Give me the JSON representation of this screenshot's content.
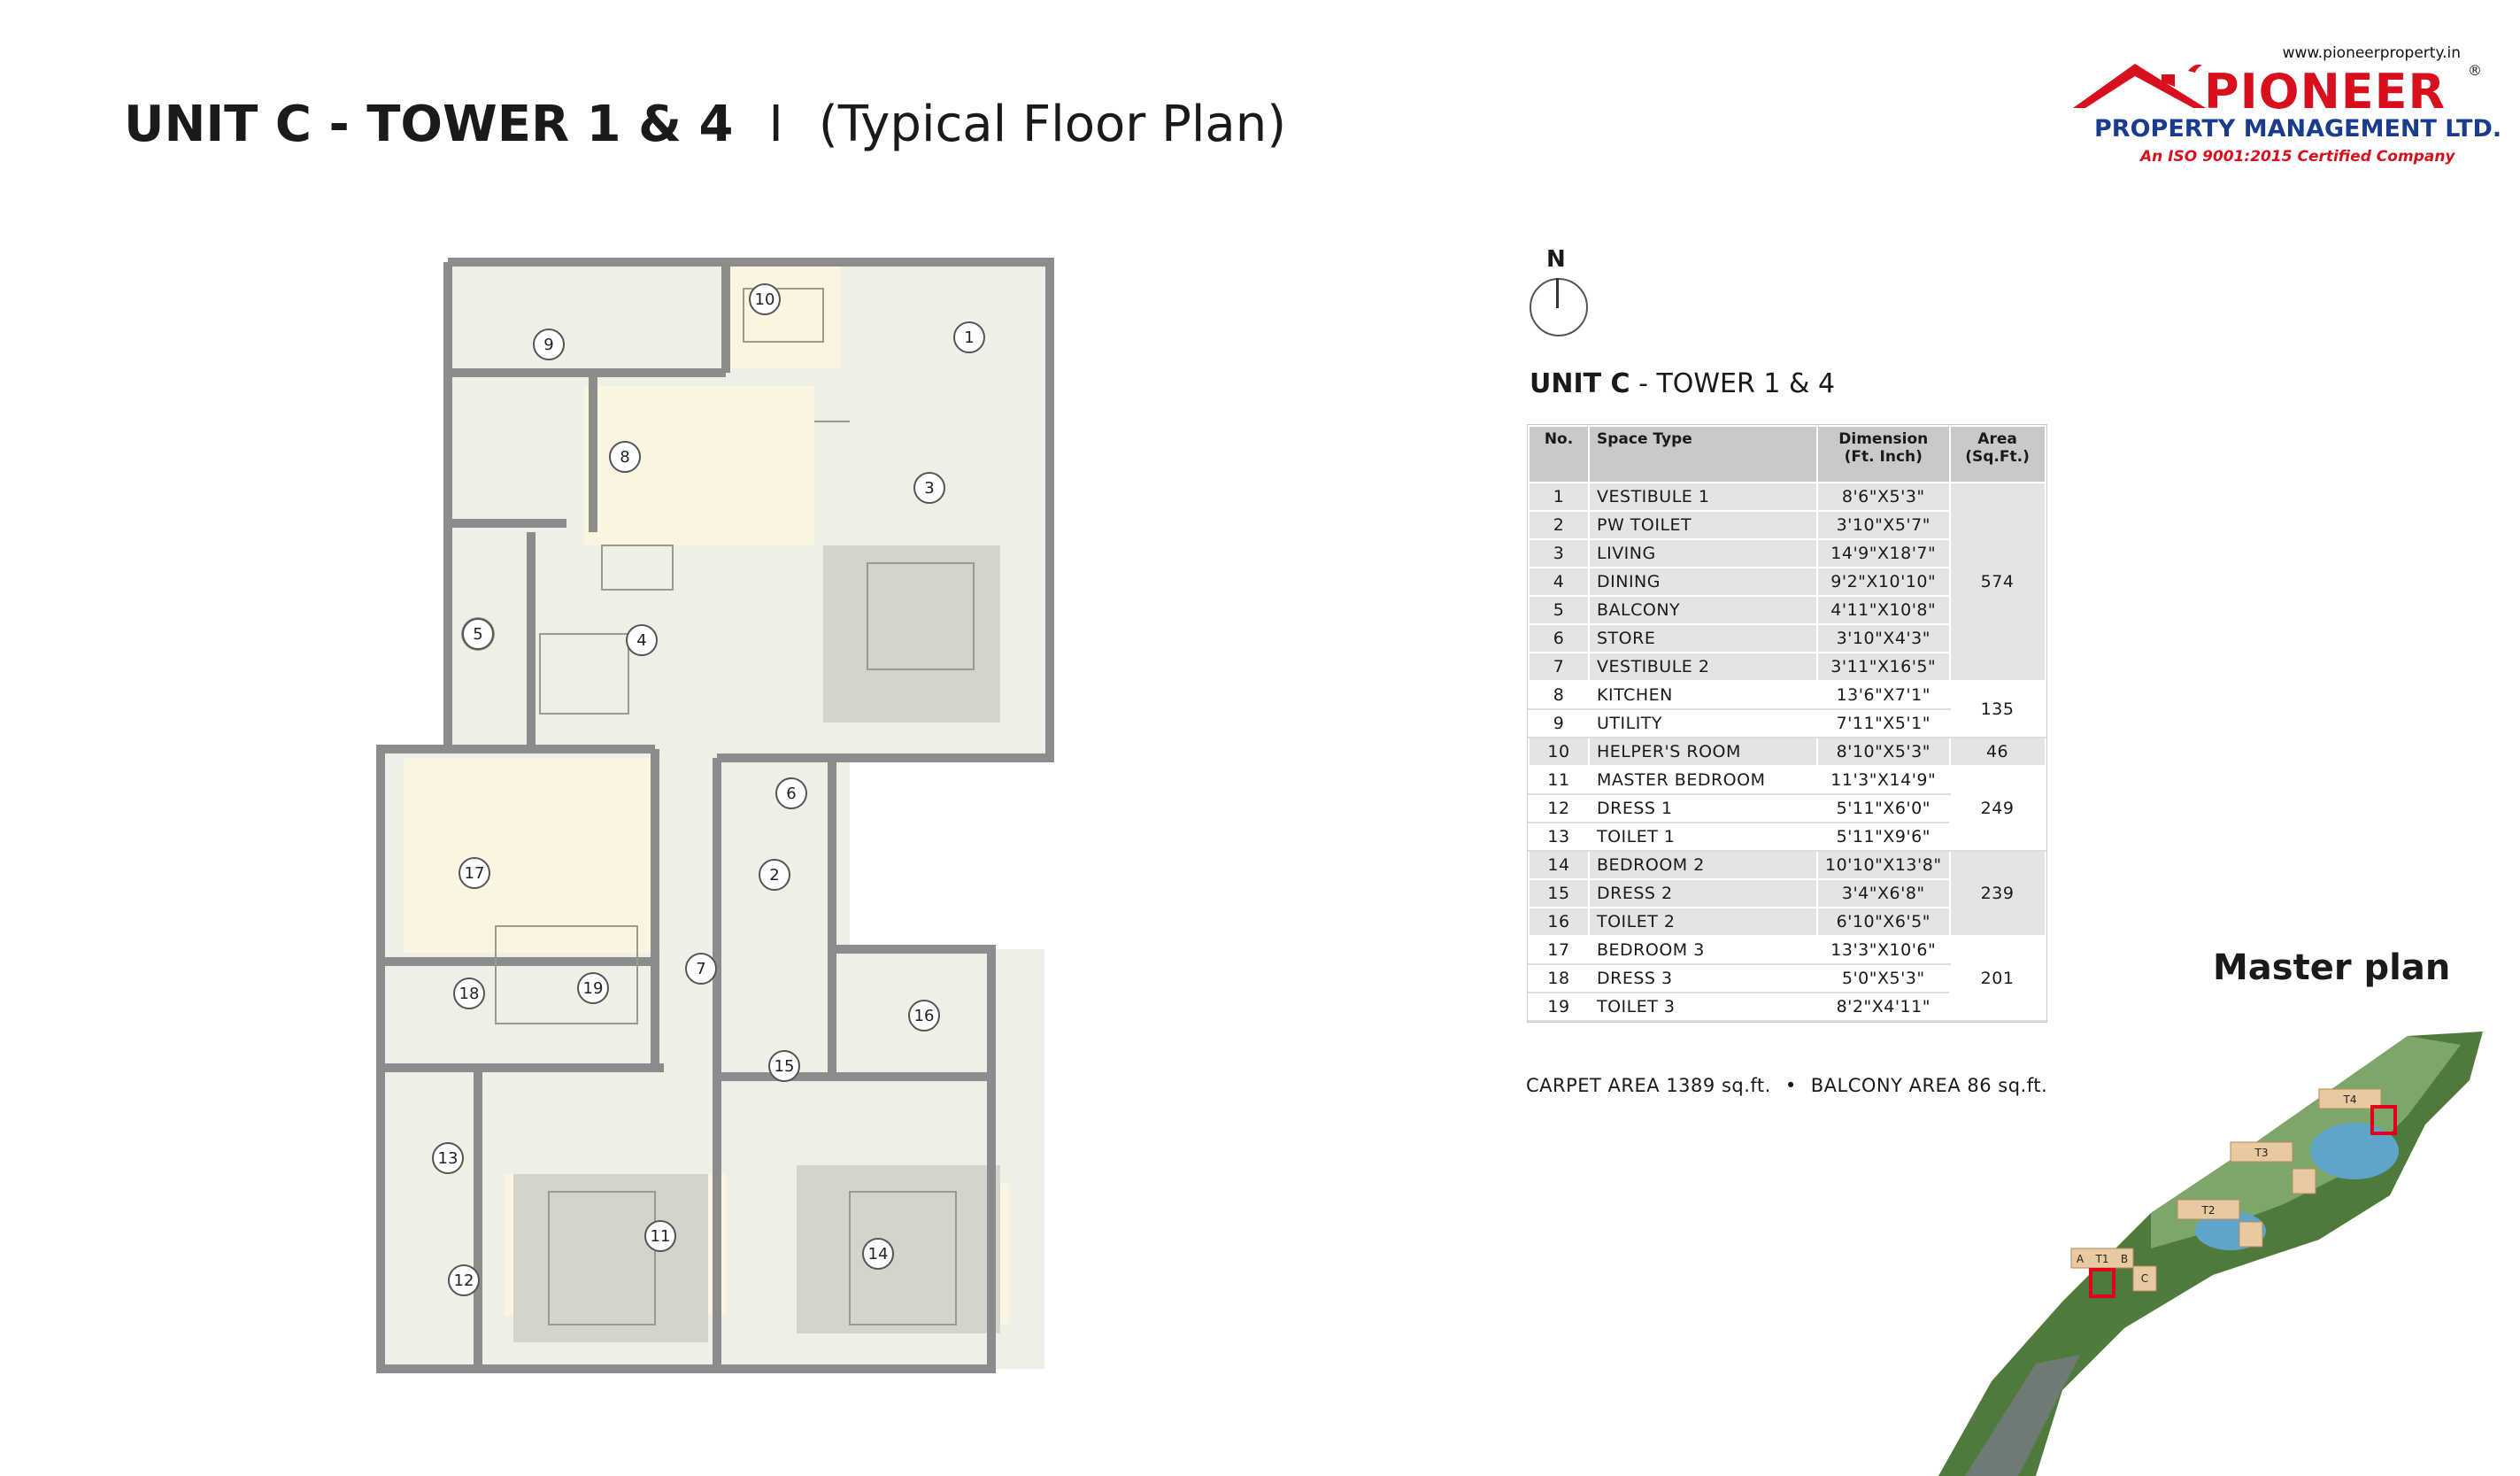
{
  "header": {
    "title_main": "UNIT C - TOWER 1 & 4",
    "title_sep": "I",
    "title_sub": "(Typical Floor Plan)"
  },
  "logo": {
    "url": "www.pioneerproperty.in",
    "name": "PIONEER",
    "reg": "®",
    "company": "PROPERTY MANAGEMENT LTD.",
    "certification": "An ISO 9001:2015 Certified Company",
    "colors": {
      "red": "#d8101e",
      "blue": "#1a3c8f"
    }
  },
  "floor_plan": {
    "room_numbers": [
      "1",
      "2",
      "3",
      "4",
      "5",
      "6",
      "7",
      "8",
      "9",
      "10",
      "11",
      "12",
      "13",
      "14",
      "15",
      "16",
      "17",
      "18",
      "19"
    ]
  },
  "compass": {
    "north_label": "N"
  },
  "unit_table": {
    "heading_bold": "UNIT C",
    "heading_rest": " - TOWER 1 & 4",
    "columns": [
      "No.",
      "Space Type",
      "Dimension (Ft. Inch)",
      "Area (Sq.Ft.)"
    ],
    "rows": [
      {
        "no": "1",
        "space": "VESTIBULE 1",
        "dim": "8'6\"X5'3\""
      },
      {
        "no": "2",
        "space": "PW TOILET",
        "dim": "3'10\"X5'7\""
      },
      {
        "no": "3",
        "space": "LIVING",
        "dim": "14'9\"X18'7\""
      },
      {
        "no": "4",
        "space": "DINING",
        "dim": "9'2\"X10'10\""
      },
      {
        "no": "5",
        "space": "BALCONY",
        "dim": "4'11\"X10'8\""
      },
      {
        "no": "6",
        "space": "STORE",
        "dim": "3'10\"X4'3\""
      },
      {
        "no": "7",
        "space": "VESTIBULE 2",
        "dim": "3'11\"X16'5\""
      },
      {
        "no": "8",
        "space": "KITCHEN",
        "dim": "13'6\"X7'1\""
      },
      {
        "no": "9",
        "space": "UTILITY",
        "dim": "7'11\"X5'1\""
      },
      {
        "no": "10",
        "space": "HELPER'S ROOM",
        "dim": "8'10\"X5'3\""
      },
      {
        "no": "11",
        "space": "MASTER BEDROOM",
        "dim": "11'3\"X14'9\""
      },
      {
        "no": "12",
        "space": "DRESS 1",
        "dim": "5'11\"X6'0\""
      },
      {
        "no": "13",
        "space": "TOILET 1",
        "dim": "5'11\"X9'6\""
      },
      {
        "no": "14",
        "space": "BEDROOM 2",
        "dim": "10'10\"X13'8\""
      },
      {
        "no": "15",
        "space": "DRESS 2",
        "dim": "3'4\"X6'8\""
      },
      {
        "no": "16",
        "space": "TOILET 2",
        "dim": "6'10\"X6'5\""
      },
      {
        "no": "17",
        "space": "BEDROOM 3",
        "dim": "13'3\"X10'6\""
      },
      {
        "no": "18",
        "space": "DRESS 3",
        "dim": "5'0\"X5'3\""
      },
      {
        "no": "19",
        "space": "TOILET 3",
        "dim": "8'2\"X4'11\""
      }
    ],
    "area_groups": [
      {
        "value": "574",
        "rows": 7
      },
      {
        "value": "135",
        "rows": 2
      },
      {
        "value": "46",
        "rows": 1
      },
      {
        "value": "249",
        "rows": 3
      },
      {
        "value": "239",
        "rows": 3
      },
      {
        "value": "201",
        "rows": 3
      }
    ],
    "carpet_area": "CARPET AREA 1389 sq.ft.",
    "separator": "•",
    "balcony_area": "BALCONY AREA 86 sq.ft."
  },
  "master_plan": {
    "label": "Master plan",
    "tower_labels": [
      "T1",
      "T2",
      "T3",
      "T4"
    ],
    "block_labels": [
      "A",
      "B",
      "C"
    ]
  }
}
